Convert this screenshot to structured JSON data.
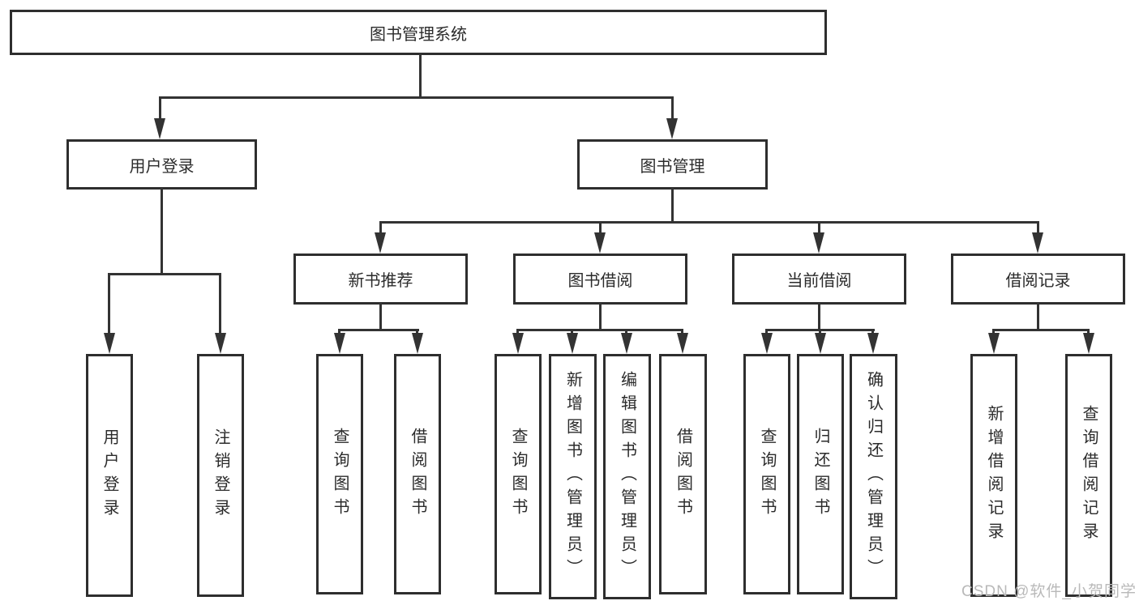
{
  "colors": {
    "line": "#333333",
    "border": "#2e2e2e",
    "text": "#2b2b2b",
    "watermark_gray": "#b9b9b9",
    "background": "#ffffff"
  },
  "watermark": {
    "text": "CSDN @软件_小贺同学"
  },
  "tree": {
    "label": "图书管理系统",
    "children": [
      {
        "label": "用户登录",
        "children": [
          {
            "label": "用户登录"
          },
          {
            "label": "注销登录"
          }
        ]
      },
      {
        "label": "图书管理",
        "children": [
          {
            "label": "新书推荐",
            "children": [
              {
                "label": "查询图书"
              },
              {
                "label": "借阅图书"
              }
            ]
          },
          {
            "label": "图书借阅",
            "children": [
              {
                "label": "查询图书"
              },
              {
                "label": "新增图书（管理员）"
              },
              {
                "label": "编辑图书（管理员）"
              },
              {
                "label": "借阅图书"
              }
            ]
          },
          {
            "label": "当前借阅",
            "children": [
              {
                "label": "查询图书"
              },
              {
                "label": "归还图书"
              },
              {
                "label": "确认归还（管理员）"
              }
            ]
          },
          {
            "label": "借阅记录",
            "children": [
              {
                "label": "新增借阅记录"
              },
              {
                "label": "查询借阅记录"
              }
            ]
          }
        ]
      }
    ]
  }
}
